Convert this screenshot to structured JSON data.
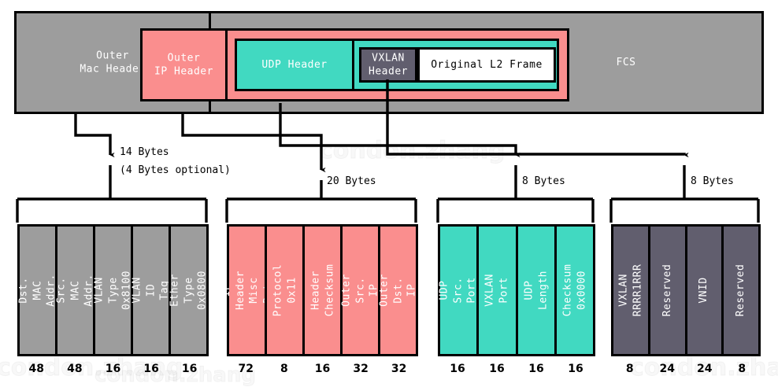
{
  "watermark": "condon.zhang",
  "top_frame": {
    "outer_mac_header": "Outer\nMac Header",
    "outer_ip_header": "Outer\nIP Header",
    "udp_header": "UDP Header",
    "vxlan_header": "VXLAN\nHeader",
    "original_l2_frame": "Original L2 Frame",
    "fcs": "FCS"
  },
  "annotations": {
    "mac": "14 Bytes\n(4 Bytes optional)",
    "ip": "20 Bytes",
    "udp": "8 Bytes",
    "vxlan": "8 Bytes"
  },
  "colors": {
    "gray": "#9d9d9d",
    "pink": "#fa8e8e",
    "teal": "#41d9c1",
    "slate": "#615e6e",
    "white": "#ffffff",
    "stroke": "#000000"
  },
  "groups": [
    {
      "name": "mac-header-fields",
      "color": "#9d9d9d",
      "fields": [
        {
          "label": "Dst.\nMAC Addr.",
          "bits": "48"
        },
        {
          "label": "Src.\nMAC Addr.",
          "bits": "48"
        },
        {
          "label": "VLAN Type\n0x8100",
          "bits": "16"
        },
        {
          "label": "VLAN ID\nTag",
          "bits": "16"
        },
        {
          "label": "Ether Type\n0x0800",
          "bits": "16"
        }
      ]
    },
    {
      "name": "ip-header-fields",
      "color": "#fa8e8e",
      "fields": [
        {
          "label": "IP Header\nMisc Data",
          "bits": "72"
        },
        {
          "label": "Protocol\n0x11",
          "bits": "8"
        },
        {
          "label": "Header\nChecksum",
          "bits": "16"
        },
        {
          "label": "Outer\nSrc. IP",
          "bits": "32"
        },
        {
          "label": "Outer\nDst. IP",
          "bits": "32"
        }
      ]
    },
    {
      "name": "udp-header-fields",
      "color": "#41d9c1",
      "fields": [
        {
          "label": "UDP\nSrc. Port",
          "bits": "16"
        },
        {
          "label": "VXLAN\nPort",
          "bits": "16"
        },
        {
          "label": "UDP\nLength",
          "bits": "16"
        },
        {
          "label": "Checksum\n0x0000",
          "bits": "16"
        }
      ]
    },
    {
      "name": "vxlan-header-fields",
      "color": "#615e6e",
      "fields": [
        {
          "label": "VXLAN\nRRRR1RRR",
          "bits": "8"
        },
        {
          "label": "Reserved",
          "bits": "24"
        },
        {
          "label": "VNID",
          "bits": "24"
        },
        {
          "label": "Reserved",
          "bits": "8"
        }
      ]
    }
  ]
}
